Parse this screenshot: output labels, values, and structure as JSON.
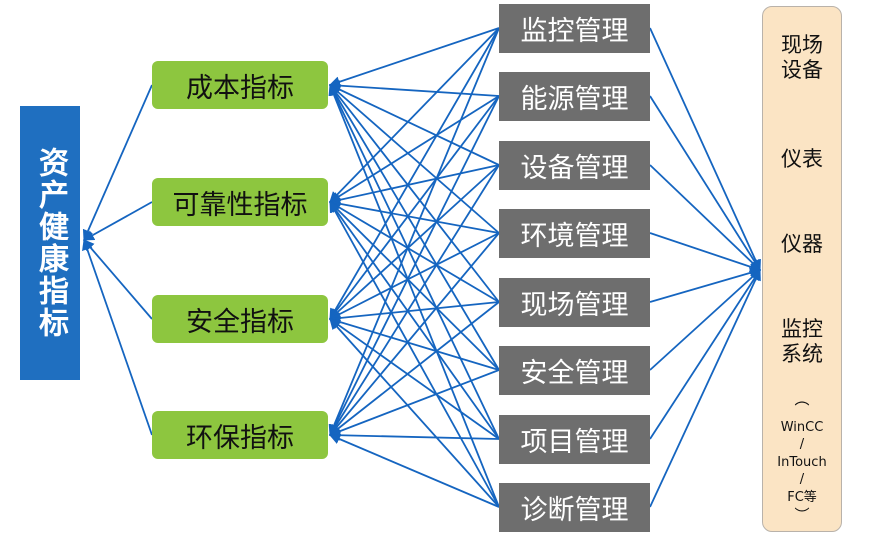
{
  "root": {
    "label": "资产健康指标"
  },
  "metrics": [
    {
      "id": "cost",
      "label": "成本指标"
    },
    {
      "id": "reliability",
      "label": "可靠性指标"
    },
    {
      "id": "safety",
      "label": "安全指标"
    },
    {
      "id": "environment",
      "label": "环保指标"
    }
  ],
  "management": [
    {
      "id": "monitoring",
      "label": "监控管理"
    },
    {
      "id": "energy",
      "label": "能源管理"
    },
    {
      "id": "equipment",
      "label": "设备管理"
    },
    {
      "id": "environment",
      "label": "环境管理"
    },
    {
      "id": "site",
      "label": "现场管理"
    },
    {
      "id": "safety",
      "label": "安全管理"
    },
    {
      "id": "project",
      "label": "项目管理"
    },
    {
      "id": "diagnosis",
      "label": "诊断管理"
    }
  ],
  "sources": {
    "field_equipment": "现场设备",
    "meters": "仪表",
    "instruments": "仪器",
    "monitoring_system": "监控系统",
    "paren_open": "︵",
    "system_examples": [
      "WinCC",
      "/",
      "InTouch",
      "/",
      "FC等"
    ],
    "paren_close": "︶"
  },
  "colors": {
    "arrow": "#1565c0",
    "root_fill": "#1f6fc0",
    "metric_fill": "#8dc63f",
    "mgmt_fill": "#6e6e6e",
    "panel_fill": "#fbe4c4"
  }
}
